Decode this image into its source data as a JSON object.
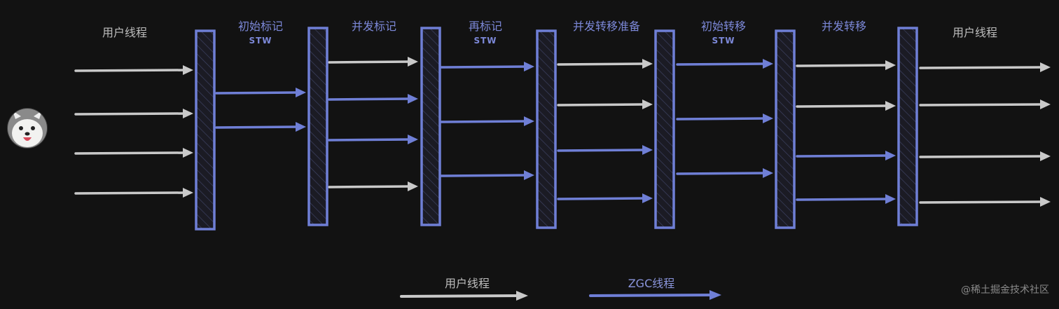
{
  "colors": {
    "background": "#121212",
    "user_thread": "#c9c9c9",
    "zgc_thread": "#6f7fd6",
    "barrier_fill": "#1b1b24",
    "label_user": "#bdbdbd",
    "label_zgc": "#7c88d8",
    "watermark": "#8a8a8a"
  },
  "phases": [
    {
      "label": "用户线程",
      "sub": "",
      "kind": "user"
    },
    {
      "label": "初始标记",
      "sub": "STW",
      "kind": "zgc"
    },
    {
      "label": "并发标记",
      "sub": "",
      "kind": "zgc"
    },
    {
      "label": "再标记",
      "sub": "STW",
      "kind": "zgc"
    },
    {
      "label": "并发转移准备",
      "sub": "",
      "kind": "zgc"
    },
    {
      "label": "初始转移",
      "sub": "STW",
      "kind": "zgc"
    },
    {
      "label": "并发转移",
      "sub": "",
      "kind": "zgc"
    },
    {
      "label": "用户线程",
      "sub": "",
      "kind": "user"
    }
  ],
  "segments": [
    {
      "phase": 0,
      "threads": [
        "user",
        "user",
        "user",
        "user"
      ]
    },
    {
      "phase": 1,
      "threads": [
        "zgc",
        "zgc"
      ]
    },
    {
      "phase": 2,
      "threads": [
        "user",
        "zgc",
        "zgc",
        "user"
      ]
    },
    {
      "phase": 3,
      "threads": [
        "zgc",
        "zgc",
        "zgc"
      ]
    },
    {
      "phase": 4,
      "threads": [
        "user",
        "user",
        "zgc",
        "zgc"
      ]
    },
    {
      "phase": 5,
      "threads": [
        "zgc",
        "zgc",
        "zgc"
      ]
    },
    {
      "phase": 6,
      "threads": [
        "user",
        "user",
        "zgc",
        "zgc"
      ]
    },
    {
      "phase": 7,
      "threads": [
        "user",
        "user",
        "user",
        "user"
      ]
    }
  ],
  "barriers": 7,
  "avatar_icon": "dog-avatar-icon",
  "legend": [
    {
      "label": "用户线程",
      "kind": "user"
    },
    {
      "label": "ZGC线程",
      "kind": "zgc"
    }
  ],
  "watermark": "@稀土掘金技术社区"
}
